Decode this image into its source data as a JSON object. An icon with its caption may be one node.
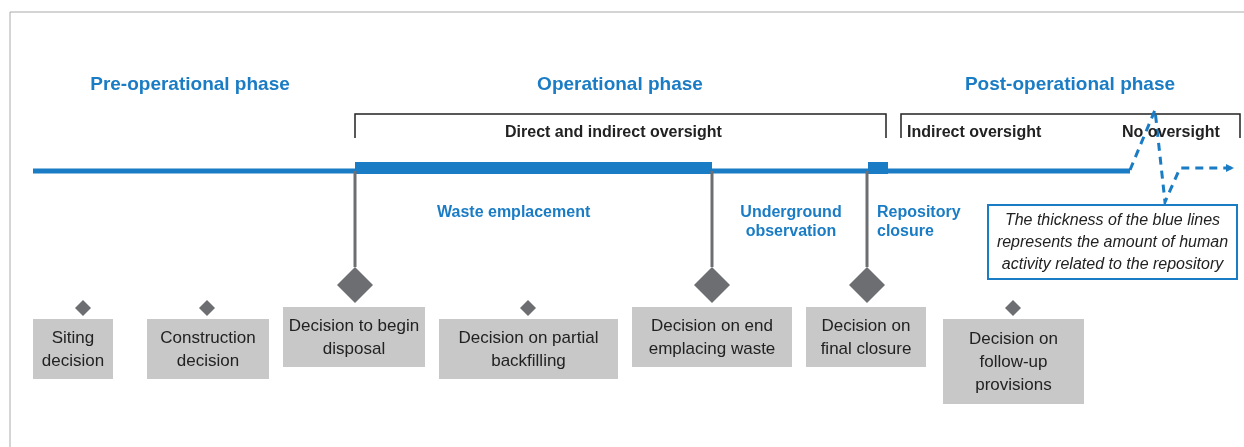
{
  "diagram": {
    "nodes": [
      {
        "text": [
          "Siting decision"
        ]
      },
      {
        "text": [
          "Construction decision"
        ]
      },
      {
        "text": [
          "Decision to begin disposal"
        ]
      },
      {
        "text": [
          "Decision on partial backfilling"
        ]
      },
      {
        "text": [
          "Decision on end emplacing waste"
        ]
      },
      {
        "text": [
          "Decision on final closure"
        ]
      },
      {
        "text": [
          "Decision on follow-up provisions"
        ]
      },
      {
        "text": [
          "The thickness of the blue lines represents the amount of human activity related to the repository"
        ]
      }
    ],
    "edges": [],
    "labels": [
      "Pre-operational phase",
      "Operational phase",
      "Post-operational phase",
      "Direct and indirect oversight",
      "Indirect oversight",
      "No oversight",
      "Waste emplacement",
      "Underground observation",
      "Repository closure"
    ]
  }
}
